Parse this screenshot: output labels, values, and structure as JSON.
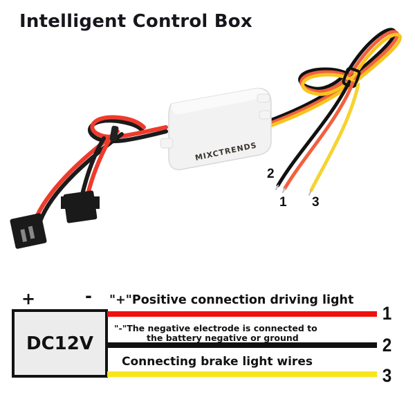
{
  "title": "Intelligent Control Box",
  "product": {
    "brand_label": "MIXCTRENDS",
    "input_wires": [
      "red",
      "black"
    ],
    "output_wires": [
      {
        "number": "1",
        "color": "red"
      },
      {
        "number": "2",
        "color": "black"
      },
      {
        "number": "3",
        "color": "yellow"
      }
    ]
  },
  "diagram": {
    "plus_sign": "+",
    "minus_sign": "-",
    "power_box_label": "DC12V",
    "wires": [
      {
        "number": "1",
        "color": "#f01010",
        "label": "\"+\"Positive connection driving light"
      },
      {
        "number": "2",
        "color": "#111111",
        "label_line1": "\"-\"The negative electrode is connected to",
        "label_line2": "the battery negative or ground"
      },
      {
        "number": "3",
        "color": "#f7e51a",
        "label": "Connecting brake light wires"
      }
    ]
  },
  "colors": {
    "wire_red": "#f01010",
    "wire_black": "#111111",
    "wire_yellow": "#f7e51a",
    "box_fill": "#ececec"
  }
}
